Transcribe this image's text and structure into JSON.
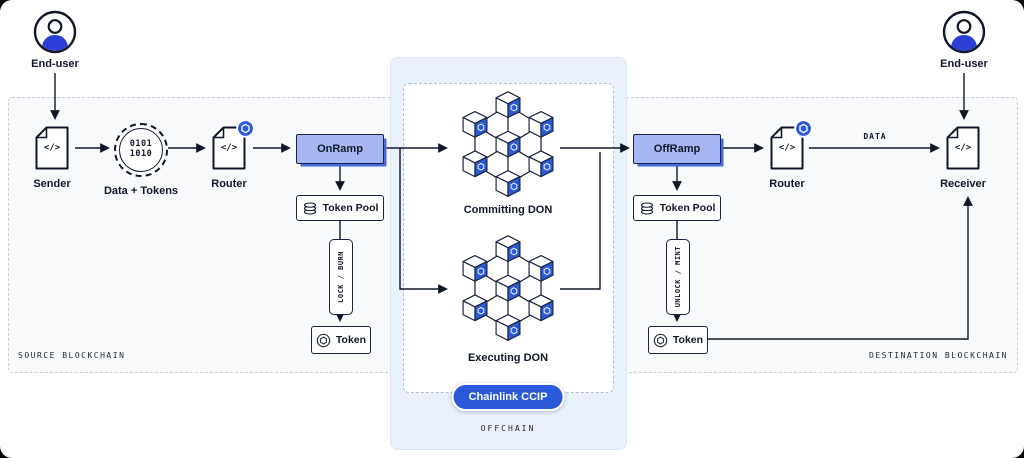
{
  "regions": {
    "source_label": "SOURCE BLOCKCHAIN",
    "destination_label": "DESTINATION BLOCKCHAIN",
    "offchain_label": "OFFCHAIN",
    "ccip_badge": "Chainlink CCIP"
  },
  "actors": {
    "end_user_left": "End-user",
    "end_user_right": "End-user"
  },
  "nodes": {
    "sender": {
      "label": "Sender",
      "glyph": "</>"
    },
    "data_tokens": {
      "label": "Data + Tokens",
      "bits_line1": "0101",
      "bits_line2": "1010"
    },
    "router_left": {
      "label": "Router",
      "glyph": "</>"
    },
    "onramp": {
      "label": "OnRamp"
    },
    "token_pool_left": {
      "label": "Token Pool"
    },
    "lock_burn": {
      "label": "LOCK / BURN"
    },
    "token_left": {
      "label": "Token"
    },
    "committing_don": {
      "label": "Committing DON"
    },
    "executing_don": {
      "label": "Executing DON"
    },
    "offramp": {
      "label": "OffRamp"
    },
    "token_pool_right": {
      "label": "Token Pool"
    },
    "unlock_mint": {
      "label": "UNLOCK / MINT"
    },
    "token_right": {
      "label": "Token"
    },
    "router_right": {
      "label": "Router",
      "glyph": "</>"
    },
    "receiver": {
      "label": "Receiver",
      "glyph": "</>"
    },
    "edge_data_label": "DATA"
  },
  "colors": {
    "chainlink_blue": "#2a5ada",
    "ramp_fill": "#a5b8f4",
    "ramp_shadow": "#4668e0",
    "line": "#101828",
    "region_bg": "#f8f9fb",
    "offchain_bg": "#e9f1fc"
  }
}
